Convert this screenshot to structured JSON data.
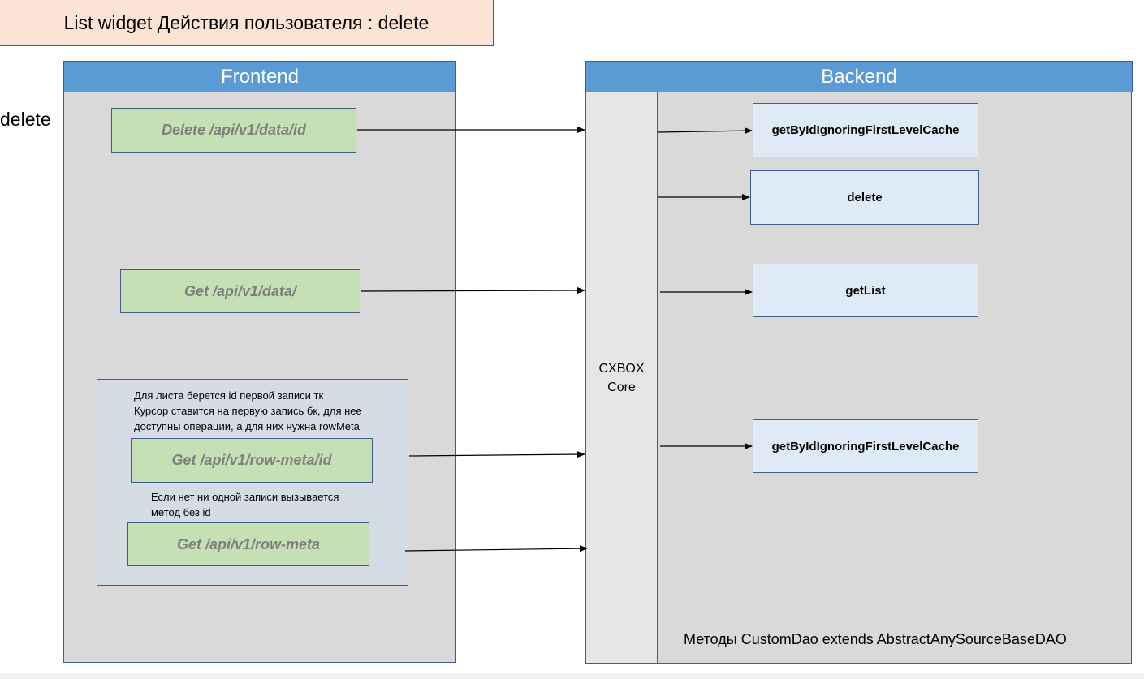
{
  "title": "List widget Действия пользователя : delete",
  "side_label": "delete",
  "frontend": {
    "header": "Frontend",
    "requests": {
      "delete": "Delete /api/v1/data/id",
      "get_data": "Get /api/v1/data/",
      "row_meta_id": "Get /api/v1/row-meta/id",
      "row_meta": "Get /api/v1/row-meta"
    },
    "group_note_1": [
      "Для листа берется id первой записи тк",
      "Курсор ставится на первую запись бк, для нее",
      "доступны операции, а для них нужна rowMeta"
    ],
    "group_note_2": [
      "Если нет ни одной записи вызывается",
      "метод без id"
    ]
  },
  "backend": {
    "header": "Backend",
    "core": [
      "CXBOX",
      "Core"
    ],
    "methods": {
      "m1": "getByIdIgnoringFirstLevelCache",
      "m2": "delete",
      "m3": "getList",
      "m4": "getByIdIgnoringFirstLevelCache"
    },
    "footer": "Методы CustomDao extends AbstractAnySourceBaseDAO"
  },
  "colors": {
    "header_blue": "#5b9bd5",
    "panel_grey": "#d9d9d9",
    "api_green": "#c5e0b4",
    "method_blue": "#deebf7",
    "title_peach": "#fbe3d6",
    "border": "#3f5f8a"
  }
}
